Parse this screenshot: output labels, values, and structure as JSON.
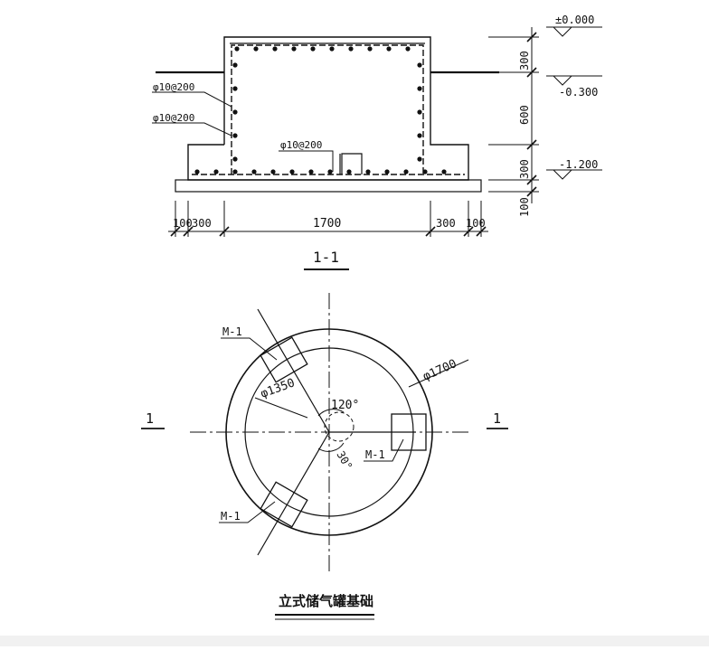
{
  "section": {
    "rebar_labels": [
      "φ10@200",
      "φ10@200",
      "φ10@200"
    ],
    "elevations": [
      "±0.000",
      "-0.300",
      "-1.200"
    ],
    "vertical_dims": [
      "300",
      "600",
      "300",
      "100"
    ],
    "horizontal_dims": [
      "100",
      "300",
      "1700",
      "300",
      "100"
    ],
    "section_title": "1-1"
  },
  "plan": {
    "outer_diameter": "φ1700",
    "inner_diameter": "φ1350",
    "angle_120": "120°",
    "angle_30": "30°",
    "embed_labels": [
      "M-1",
      "M-1",
      "M-1"
    ],
    "section_marks": [
      "1",
      "1"
    ]
  },
  "drawing_title": "立式储气罐基础"
}
